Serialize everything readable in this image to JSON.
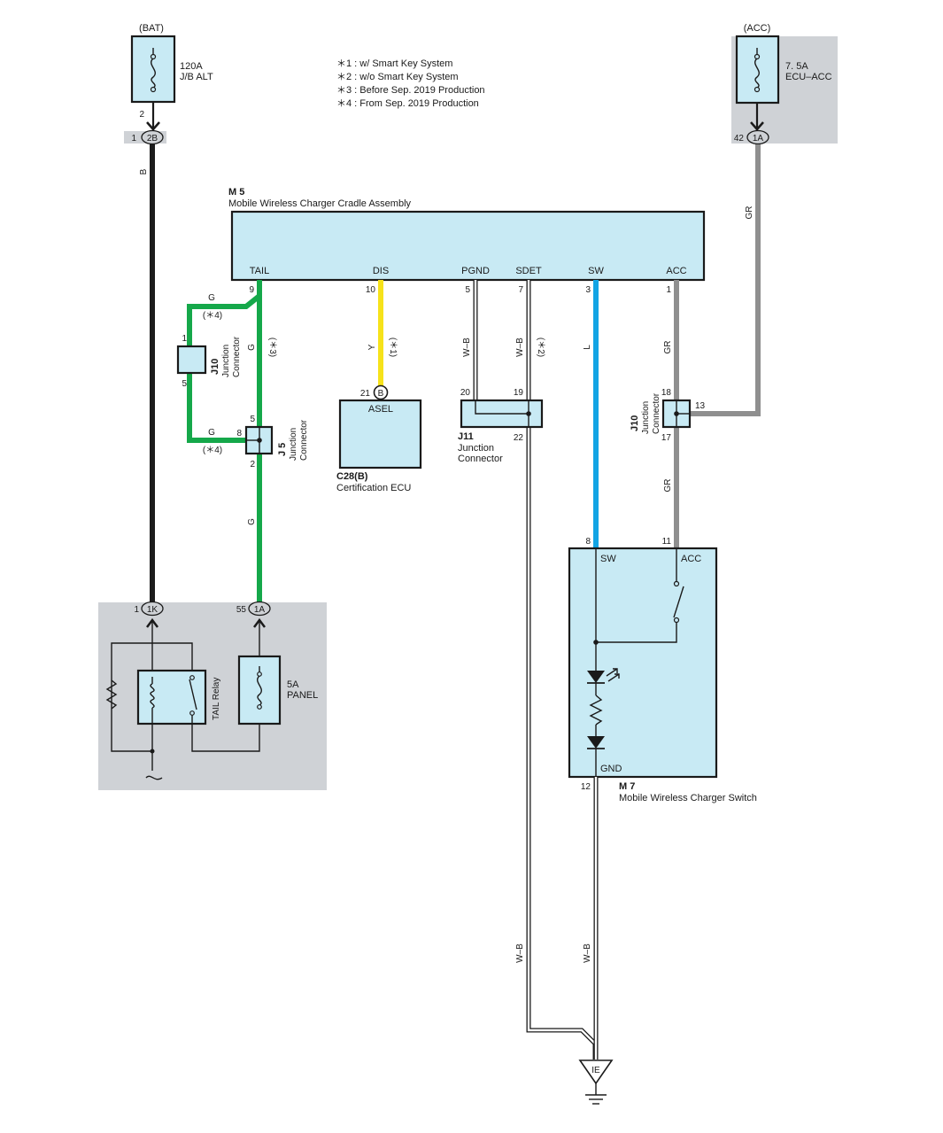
{
  "notes": [
    "＊1 : w/ Smart Key System",
    "＊2 : w/o Smart Key System",
    "＊3 : Before Sep.  2019 Production",
    "＊4 : From Sep.  2019 Production"
  ],
  "bat": {
    "source_label": "(BAT)",
    "fuse_rating": "120A",
    "fuse_name": "J/B ALT",
    "fuse_pin": "2",
    "connector_pin": "1",
    "connector_code": "2B",
    "wire_color": "B"
  },
  "acc": {
    "source_label": "(ACC)",
    "fuse_rating": "7. 5A",
    "fuse_name": "ECU–ACC",
    "connector_pin": "42",
    "connector_code": "1A",
    "wire_color": "GR"
  },
  "m5": {
    "code": "M 5",
    "name": "Mobile Wireless Charger Cradle Assembly",
    "terminals": [
      {
        "label": "TAIL",
        "pin": "9"
      },
      {
        "label": "DIS",
        "pin": "10"
      },
      {
        "label": "PGND",
        "pin": "5"
      },
      {
        "label": "SDET",
        "pin": "7"
      },
      {
        "label": "SW",
        "pin": "3"
      },
      {
        "label": "ACC",
        "pin": "1"
      }
    ]
  },
  "j10_left": {
    "code": "J10",
    "name_line1": "Junction",
    "name_line2": "Connector",
    "pin_top": "1",
    "pin_bottom": "5"
  },
  "j5": {
    "code": "J 5",
    "name_line1": "Junction",
    "name_line2": "Connector",
    "pin_top": "5",
    "pin_left": "8",
    "pin_bottom": "2"
  },
  "j11": {
    "code": "J11",
    "name_line1": "Junction",
    "name_line2": "Connector",
    "pin_20": "20",
    "pin_19": "19",
    "pin_22": "22"
  },
  "j10_right": {
    "code": "J10",
    "name_line1": "Junction",
    "name_line2": "Connector",
    "pin_top": "18",
    "pin_right": "13",
    "pin_bottom": "17"
  },
  "c28": {
    "code": "C28(B)",
    "name": "Certification ECU",
    "terminal": "ASEL",
    "pin": "21",
    "connector_code": "B"
  },
  "m7": {
    "code": "M 7",
    "name": "Mobile Wireless Charger Switch",
    "term_sw": "SW",
    "term_acc": "ACC",
    "term_gnd": "GND",
    "pin_sw": "8",
    "pin_acc": "11",
    "pin_gnd": "12"
  },
  "panel": {
    "relay_name": "TAIL Relay",
    "fuse_rating": "5A",
    "fuse_name": "PANEL",
    "pin_1k": "1",
    "code_1k": "1K",
    "pin_1a": "55",
    "code_1a": "1A"
  },
  "wires": {
    "g": "G",
    "y": "Y",
    "wb": "W–B",
    "l": "L",
    "gr": "GR",
    "note1": "(＊1)",
    "note2": "(＊2)",
    "note3": "(＊3)",
    "note4": "(＊4)"
  },
  "ground": {
    "label": "IE"
  },
  "colors": {
    "black_wire": "#1c1c1c",
    "green_wire": "#15a84a",
    "yellow_wire": "#f6e21a",
    "blue_wire": "#12a4e4",
    "gray_wire": "#8f8f8f",
    "component_fill": "#c8eaf4",
    "zone_fill": "#cfd2d6"
  }
}
